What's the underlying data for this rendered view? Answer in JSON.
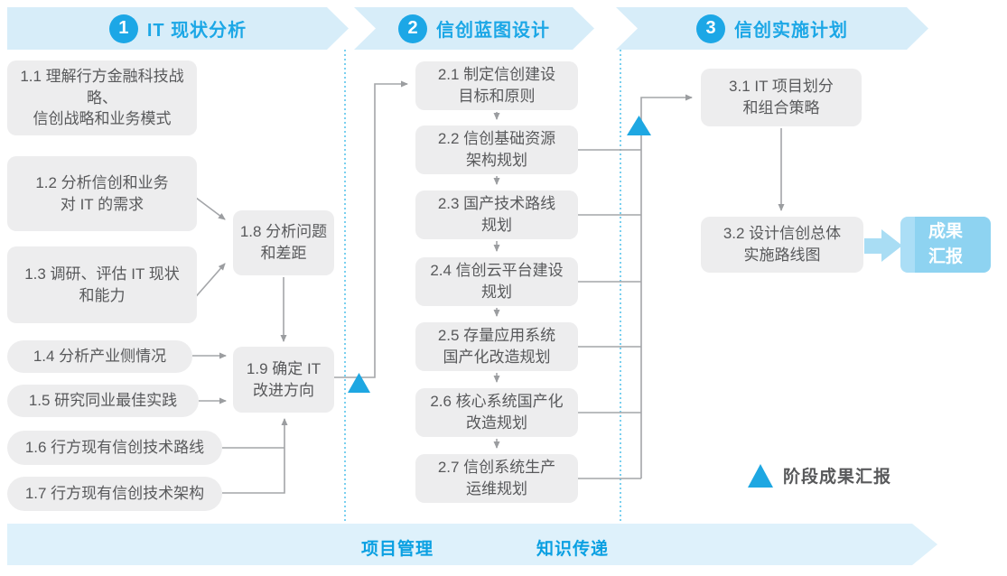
{
  "header": {
    "phases": [
      {
        "number": "1",
        "title": "IT 现状分析"
      },
      {
        "number": "2",
        "title": "信创蓝图设计"
      },
      {
        "number": "3",
        "title": "信创实施计划"
      }
    ]
  },
  "phase1": {
    "boxes": [
      "1.1 理解行方金融科技战略、\n信创战略和业务模式",
      "1.2 分析信创和业务\n对 IT 的需求",
      "1.3 调研、评估 IT 现状\n和能力",
      "1.4 分析产业侧情况",
      "1.5 研究同业最佳实践",
      "1.6 行方现有信创技术路线",
      "1.7 行方现有信创技术架构",
      "1.8 分析问题\n和差距",
      "1.9 确定 IT\n改进方向"
    ]
  },
  "phase2": {
    "boxes": [
      "2.1 制定信创建设\n目标和原则",
      "2.2 信创基础资源\n架构规划",
      "2.3 国产技术路线\n规划",
      "2.4 信创云平台建设\n规划",
      "2.5 存量应用系统\n国产化改造规划",
      "2.6 核心系统国产化\n改造规划",
      "2.7 信创系统生产\n运维规划"
    ]
  },
  "phase3": {
    "boxes": [
      "3.1 IT 项目划分\n和组合策略",
      "3.2 设计信创总体\n实施路线图"
    ],
    "report_label": "成果\n汇报"
  },
  "legend": {
    "label": "阶段成果汇报"
  },
  "footer": {
    "left_label": "项目管理",
    "right_label": "知识传递"
  },
  "colors": {
    "accent_blue": "#1CA7E6",
    "band_background": "#D7EDF9",
    "bottom_bar_background": "#DEF1FB",
    "box_background": "#EDEDEE",
    "box_text": "#58595B",
    "connector_grey": "#A3A5A8",
    "milestone_triangle": "#1EA7E2",
    "report_box_fill": "#8ED3F1",
    "thick_arrow_fill": "#A9DDF4"
  }
}
